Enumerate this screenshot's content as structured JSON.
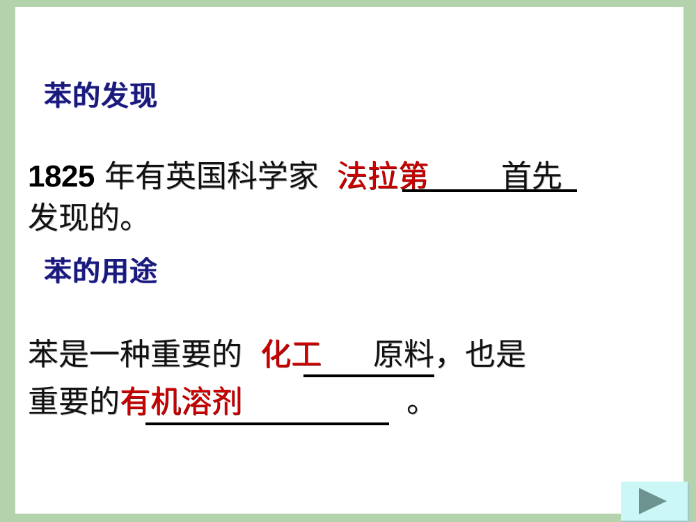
{
  "slide": {
    "frame_color": "#b3d3ad",
    "background_color": "#ffffff",
    "heading_color": "#1a1a7a",
    "answer_color": "#cc0000",
    "body_color": "#111111"
  },
  "sections": {
    "discovery": {
      "heading": "苯的发现",
      "line1_pre_number": "1825",
      "line1_pre_text": "年有英国科学家",
      "line1_answer": "法拉第",
      "line1_post_text": "首先",
      "line2_text": "发现的。"
    },
    "uses": {
      "heading": "苯的用途",
      "line1_pre_text": "苯是一种重要的",
      "line1_answer": "化工",
      "line1_post_text": "原料，也是",
      "line2_pre_text": "重要的",
      "line2_answer": "有机溶剂",
      "line2_post_text": "。"
    }
  },
  "controls": {
    "next_button_label": "",
    "next_icon": "play-triangle-icon",
    "button_color": "#ccf7f7",
    "triangle_color": "#6d9391"
  }
}
